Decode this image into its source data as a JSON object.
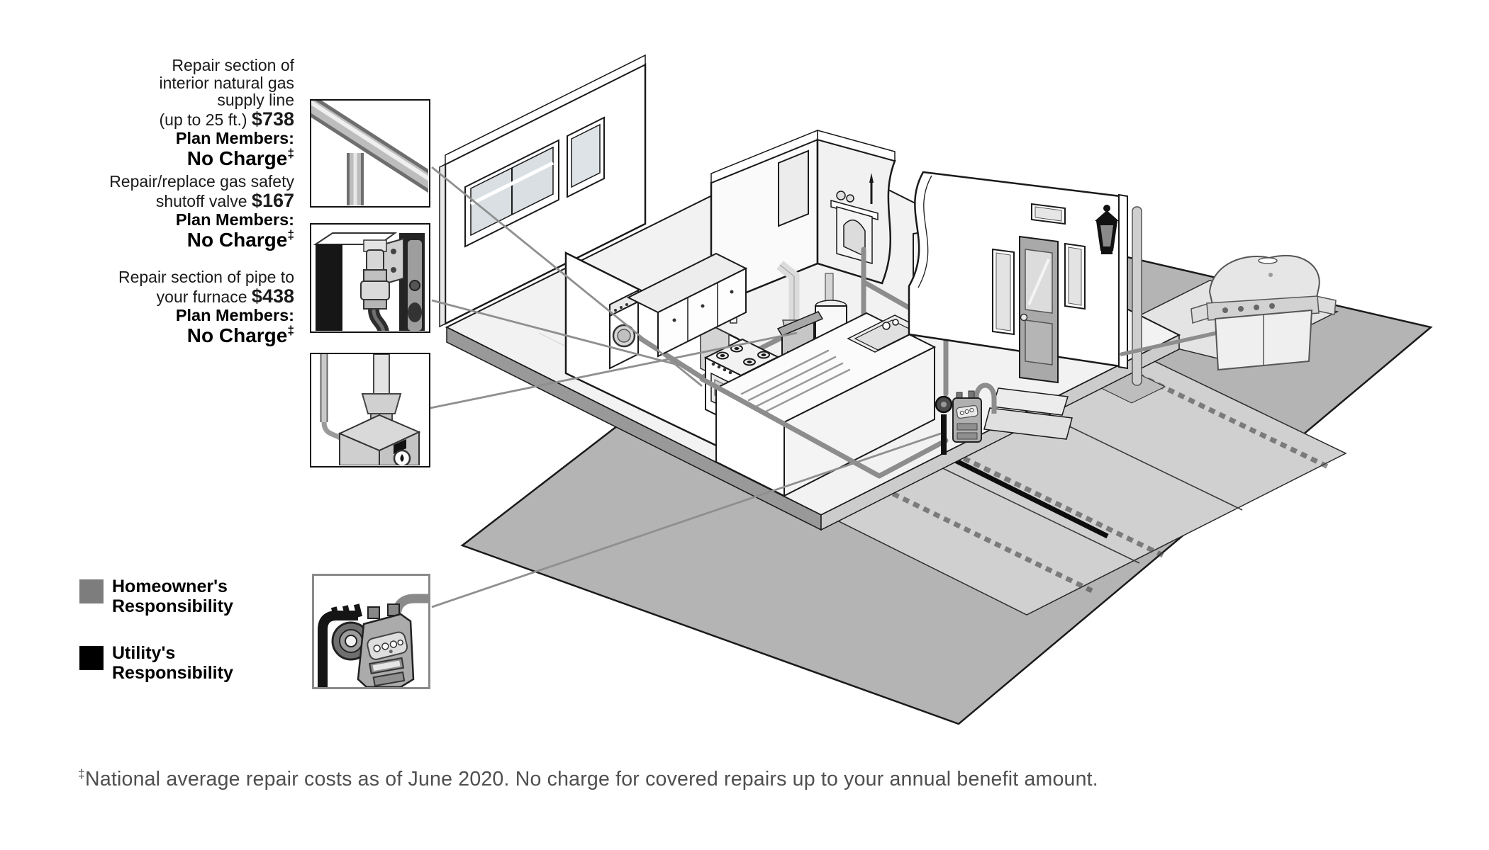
{
  "callouts": [
    {
      "lines": [
        "Repair section of",
        "interior natural gas",
        "supply line"
      ],
      "price_prefix": "(up to 25 ft.) ",
      "price": "$738",
      "plan_label": "Plan Members:",
      "no_charge": "No Charge",
      "footnote_symbol": "‡"
    },
    {
      "lines": [
        "Repair/replace gas safety"
      ],
      "price_prefix": "shutoff valve ",
      "price": "$167",
      "plan_label": "Plan Members:",
      "no_charge": "No Charge",
      "footnote_symbol": "‡"
    },
    {
      "lines": [
        "Repair section of pipe to"
      ],
      "price_prefix": "your furnace ",
      "price": "$438",
      "plan_label": "Plan Members:",
      "no_charge": "No Charge",
      "footnote_symbol": "‡"
    }
  ],
  "legend": {
    "homeowner": {
      "label_line1": "Homeowner's",
      "label_line2": "Responsibility",
      "color": "#7d7d7d"
    },
    "utility": {
      "label_line1": "Utility's",
      "label_line2": "Responsibility",
      "color": "#000000"
    }
  },
  "footnote": {
    "symbol": "‡",
    "text": "National average repair costs as of June 2020. No charge for covered repairs up to your annual benefit amount."
  },
  "illustration": {
    "thumbnails": [
      {
        "name": "interior-supply-line-pipe"
      },
      {
        "name": "gas-safety-shutoff-valve"
      },
      {
        "name": "furnace-supply-pipe"
      },
      {
        "name": "gas-meter"
      }
    ],
    "homeowner_line_color": "#8d8d8d",
    "utility_line_color": "#0d0d0d"
  }
}
